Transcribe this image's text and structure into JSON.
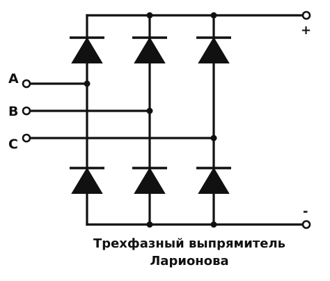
{
  "diagram": {
    "inputs": [
      {
        "id": "A",
        "label": "A"
      },
      {
        "id": "B",
        "label": "B"
      },
      {
        "id": "C",
        "label": "C"
      }
    ],
    "outputs": {
      "positive": "+",
      "negative": "-"
    },
    "caption": {
      "line1": "Трехфазный выпрямитель",
      "line2": "Ларионова"
    },
    "colors": {
      "ink": "#111111",
      "background": "#ffffff"
    }
  }
}
